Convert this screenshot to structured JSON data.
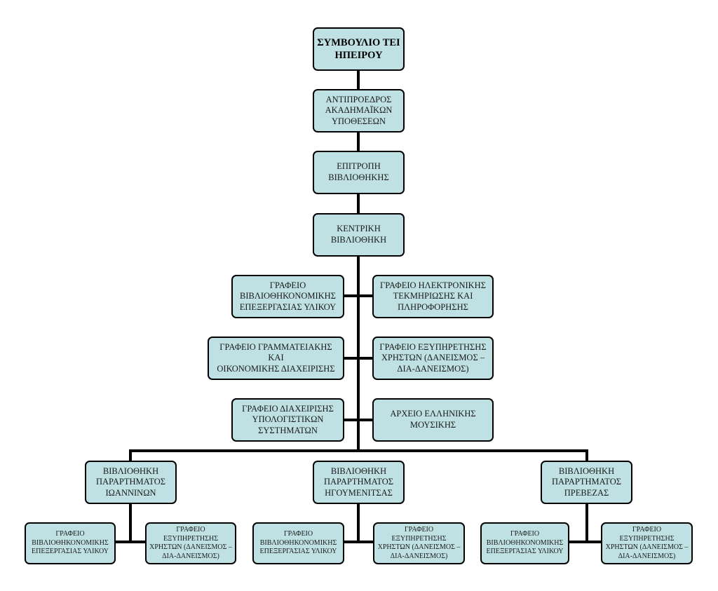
{
  "org_chart": {
    "top": {
      "council": "ΣΥΜΒΟΥΛΙΟ ΤΕΙ\nΗΠΕΙΡΟΥ",
      "vice_president": "ΑΝΤΙΠΡΟΕΔΡΟΣ\nΑΚΑΔΗΜΑΪΚΩΝ\nΥΠΟΘΕΣΕΩΝ",
      "library_committee": "ΕΠΙΤΡΟΠΗ\nΒΙΒΛΙΟΘΗΚΗΣ",
      "central_library": "ΚΕΝΤΡΙΚΗ\nΒΙΒΛΙΟΘΗΚΗ"
    },
    "offices": {
      "cataloguing": "ΓΡΑΦΕΙΟ\nΒΙΒΛΙΟΘΗΚΟΝΟΜΙΚΗΣ\nΕΠΕΞΕΡΓΑΣΙΑΣ ΥΛΙΚΟΥ",
      "electronic_documentation": "ΓΡΑΦΕΙΟ ΗΛΕΚΤΡΟΝΙΚΗΣ\nΤΕΚΜΗΡΙΩΣΗΣ ΚΑΙ\nΠΛΗΡΟΦΟΡΗΣΗΣ",
      "secretarial": "ΓΡΑΦΕΙΟ ΓΡΑΜΜΑΤΕΙΑΚΗΣ ΚΑΙ\nΟΙΚΟΝΟΜΙΚΗΣ ΔΙΑΧΕΙΡΙΣΗΣ",
      "user_services": "ΓΡΑΦΕΙΟ ΕΞΥΠΗΡΕΤΗΣΗΣ\nΧΡΗΣΤΩΝ (ΔΑΝΕΙΣΜΟΣ –\nΔΙΑ-ΔΑΝΕΙΣΜΟΣ)",
      "computer_systems": "ΓΡΑΦΕΙΟ ΔΙΑΧΕΙΡΙΣΗΣ\nΥΠΟΛΟΓΙΣΤΙΚΩΝ\nΣΥΣΤΗΜΑΤΩΝ",
      "music_archive": "ΑΡΧΕΙΟ ΕΛΛΗΝΙΚΗΣ\nΜΟΥΣΙΚΗΣ"
    },
    "branches": [
      {
        "name": "ΒΙΒΛΙΟΘΗΚΗ\nΠΑΡΑΡΤΗΜΑΤΟΣ\nΙΩΑΝΝΙΝΩΝ",
        "left_office": "ΓΡΑΦΕΙΟ\nΒΙΒΛΙΟΘΗΚΟΝΟΜΙΚΗΣ\nΕΠΕΞΕΡΓΑΣΙΑΣ ΥΛΙΚΟΥ",
        "right_office": "ΓΡΑΦΕΙΟ ΕΞΥΠΗΡΕΤΗΣΗΣ\nΧΡΗΣΤΩΝ (ΔΑΝΕΙΣΜΟΣ –\nΔΙΑ-ΔΑΝΕΙΣΜΟΣ)"
      },
      {
        "name": "ΒΙΒΛΙΟΘΗΚΗ\nΠΑΡΑΡΤΗΜΑΤΟΣ\nΗΓΟΥΜΕΝΙΤΣΑΣ",
        "left_office": "ΓΡΑΦΕΙΟ\nΒΙΒΛΙΟΘΗΚΟΝΟΜΙΚΗΣ\nΕΠΕΞΕΡΓΑΣΙΑΣ ΥΛΙΚΟΥ",
        "right_office": "ΓΡΑΦΕΙΟ ΕΞΥΠΗΡΕΤΗΣΗΣ\nΧΡΗΣΤΩΝ (ΔΑΝΕΙΣΜΟΣ –\nΔΙΑ-ΔΑΝΕΙΣΜΟΣ)"
      },
      {
        "name": "ΒΙΒΛΙΟΘΗΚΗ\nΠΑΡΑΡΤΗΜΑΤΟΣ\nΠΡΕΒΕΖΑΣ",
        "left_office": "ΓΡΑΦΕΙΟ\nΒΙΒΛΙΟΘΗΚΟΝΟΜΙΚΗΣ\nΕΠΕΞΕΡΓΑΣΙΑΣ ΥΛΙΚΟΥ",
        "right_office": "ΓΡΑΦΕΙΟ ΕΞΥΠΗΡΕΤΗΣΗΣ\nΧΡΗΣΤΩΝ (ΔΑΝΕΙΣΜΟΣ –\nΔΙΑ-ΔΑΝΕΙΣΜΟΣ)"
      }
    ]
  },
  "colors": {
    "box_fill": "#bfe1e4",
    "line": "#000000",
    "background": "#ffffff"
  }
}
